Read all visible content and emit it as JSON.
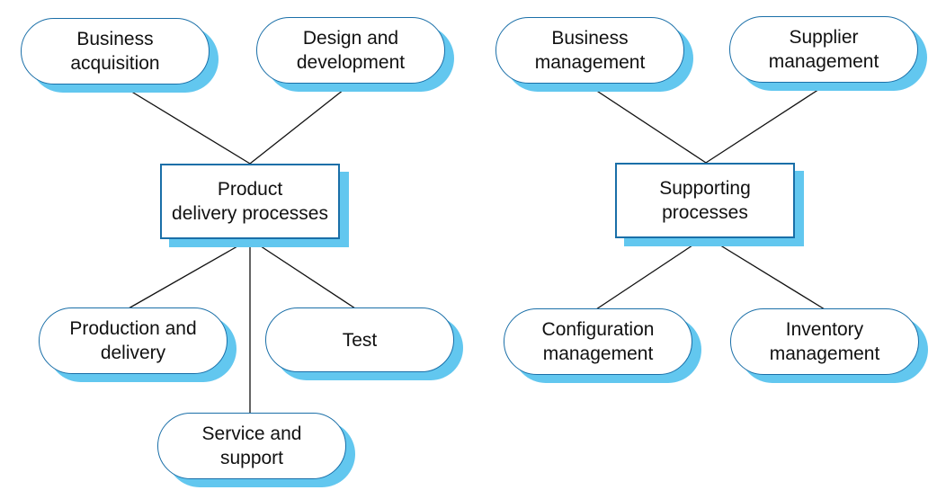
{
  "diagram": {
    "colors": {
      "border": "#1a6fa8",
      "shadow": "#62c7ef",
      "line": "#111111"
    },
    "left_group": {
      "hub": "Product\ndelivery processes",
      "nodes": {
        "business_acquisition": "Business\nacquisition",
        "design_and_development": "Design and\ndevelopment",
        "production_and_delivery": "Production and\ndelivery",
        "test": "Test",
        "service_and_support": "Service and\nsupport"
      }
    },
    "right_group": {
      "hub": "Supporting\nprocesses",
      "nodes": {
        "business_management": "Business\nmanagement",
        "supplier_management": "Supplier\nmanagement",
        "configuration_management": "Configuration\nmanagement",
        "inventory_management": "Inventory\nmanagement"
      }
    }
  }
}
